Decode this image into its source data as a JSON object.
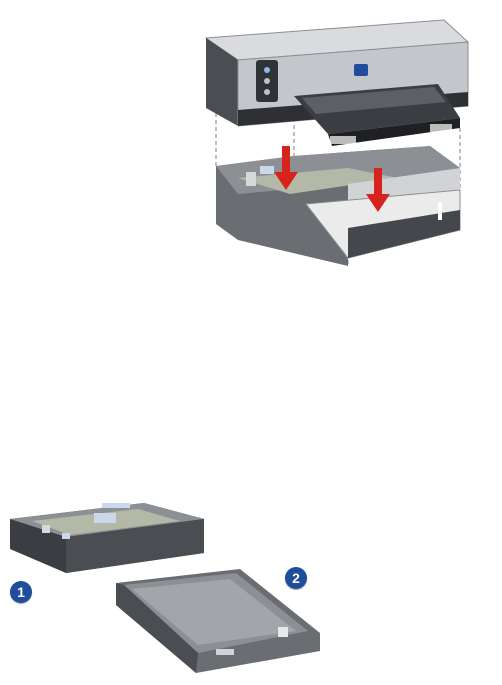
{
  "figures": [
    {
      "id": "printer-with-tray-assembly",
      "printer_logo": "hp",
      "arrows": [
        "down-arrow-left",
        "down-arrow-right"
      ],
      "colors": {
        "arrow": "#d8231c",
        "printer_body": "#c9ccd0",
        "printer_dark": "#3c3f44",
        "tray": "#5a5d62"
      }
    },
    {
      "id": "tray-components",
      "callouts": [
        "1",
        "2"
      ],
      "callout_color": "#1f4e9c"
    }
  ]
}
